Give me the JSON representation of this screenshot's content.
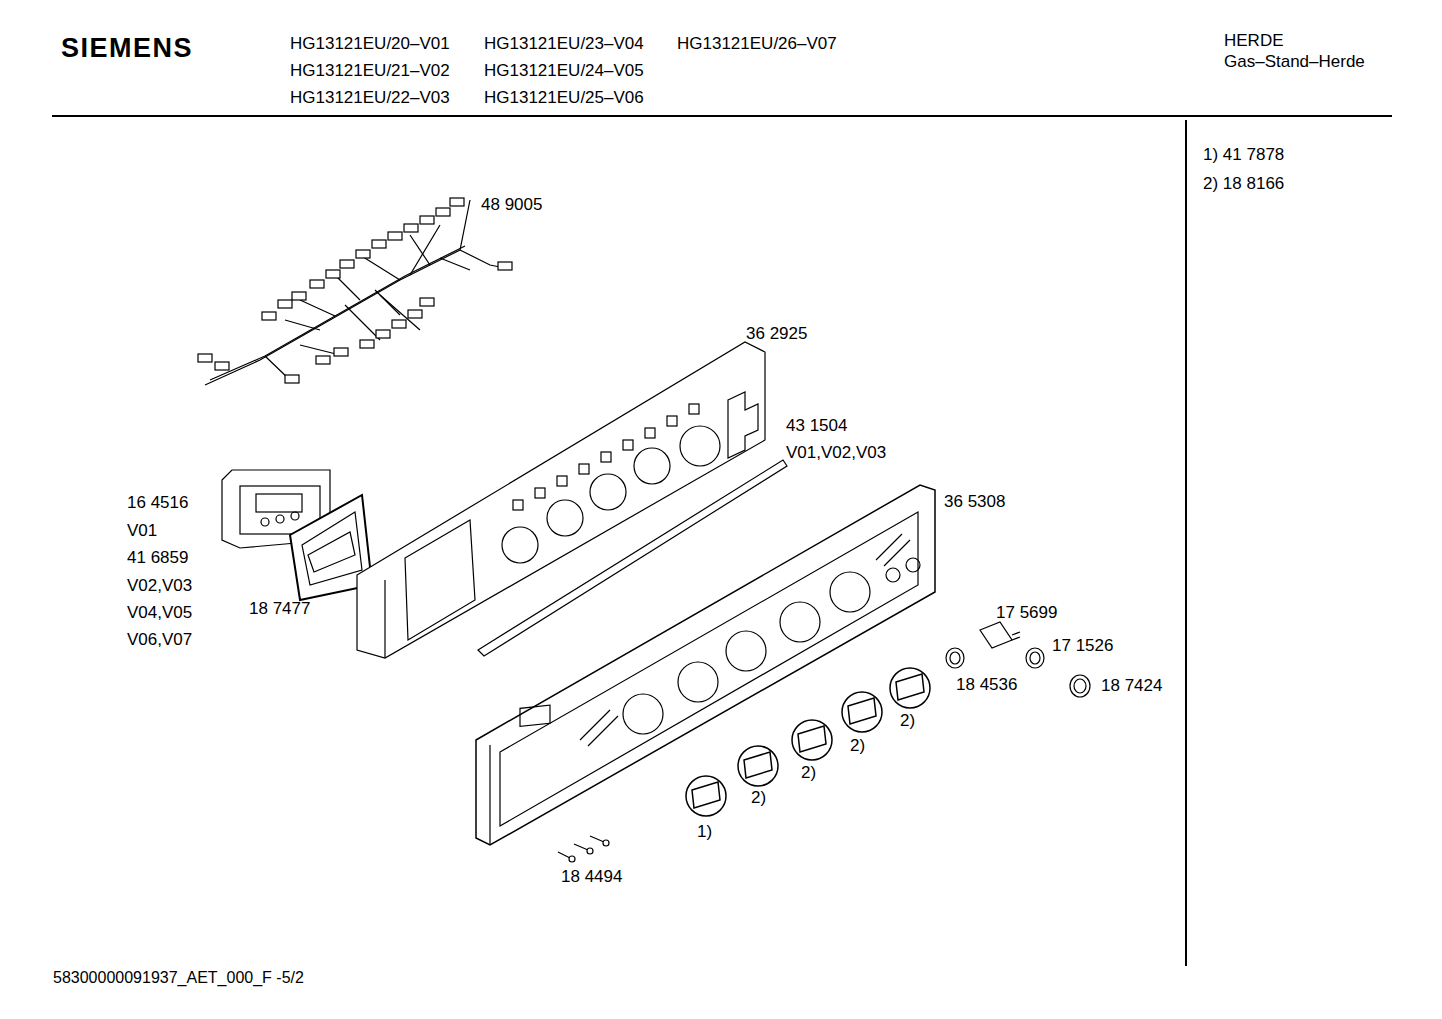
{
  "diagram": {
    "labels": [
      "SIEMENS",
      "HG13121EU/20–V01",
      "HG13121EU/23–V04",
      "HG13121EU/26–V07",
      "HG13121EU/21–V02",
      "HG13121EU/24–V05",
      "HG13121EU/22–V03",
      "HG13121EU/25–V06",
      "HERDE",
      "Gas–Stand–Herde",
      "1) 41 7878",
      "2) 18 8166",
      "48 9005",
      "36 2925",
      "43 1504",
      "V01,V02,V03",
      "16 4516",
      "V01",
      "41 6859",
      "V02,V03",
      "V04,V05",
      "V06,V07",
      "18 7477",
      "36 5308",
      "17 5699",
      "17 1526",
      "18 4536",
      "18 7424",
      "2)",
      "2)",
      "2)",
      "2)",
      "1)",
      "18 4494",
      "58300000091937_AET_000_F -5/2"
    ]
  }
}
